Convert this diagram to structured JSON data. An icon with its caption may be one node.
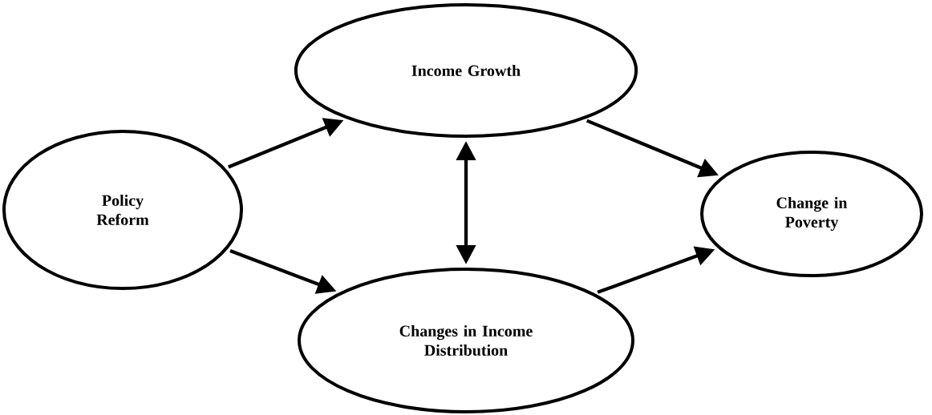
{
  "diagram": {
    "nodes": [
      {
        "text": [
          "Policy Reform"
        ]
      },
      {
        "text": [
          "Income Growth"
        ]
      },
      {
        "text": [
          "Changes in Income Distribution"
        ]
      },
      {
        "text": [
          "Change in Poverty"
        ]
      }
    ],
    "edges": [
      {
        "from": 0,
        "to": 1,
        "arrow": "to"
      },
      {
        "from": 0,
        "to": 2,
        "arrow": "to"
      },
      {
        "from": 1,
        "to": 2,
        "arrow": "both"
      },
      {
        "from": 1,
        "to": 3,
        "arrow": "to"
      },
      {
        "from": 2,
        "to": 3,
        "arrow": "to"
      }
    ]
  }
}
